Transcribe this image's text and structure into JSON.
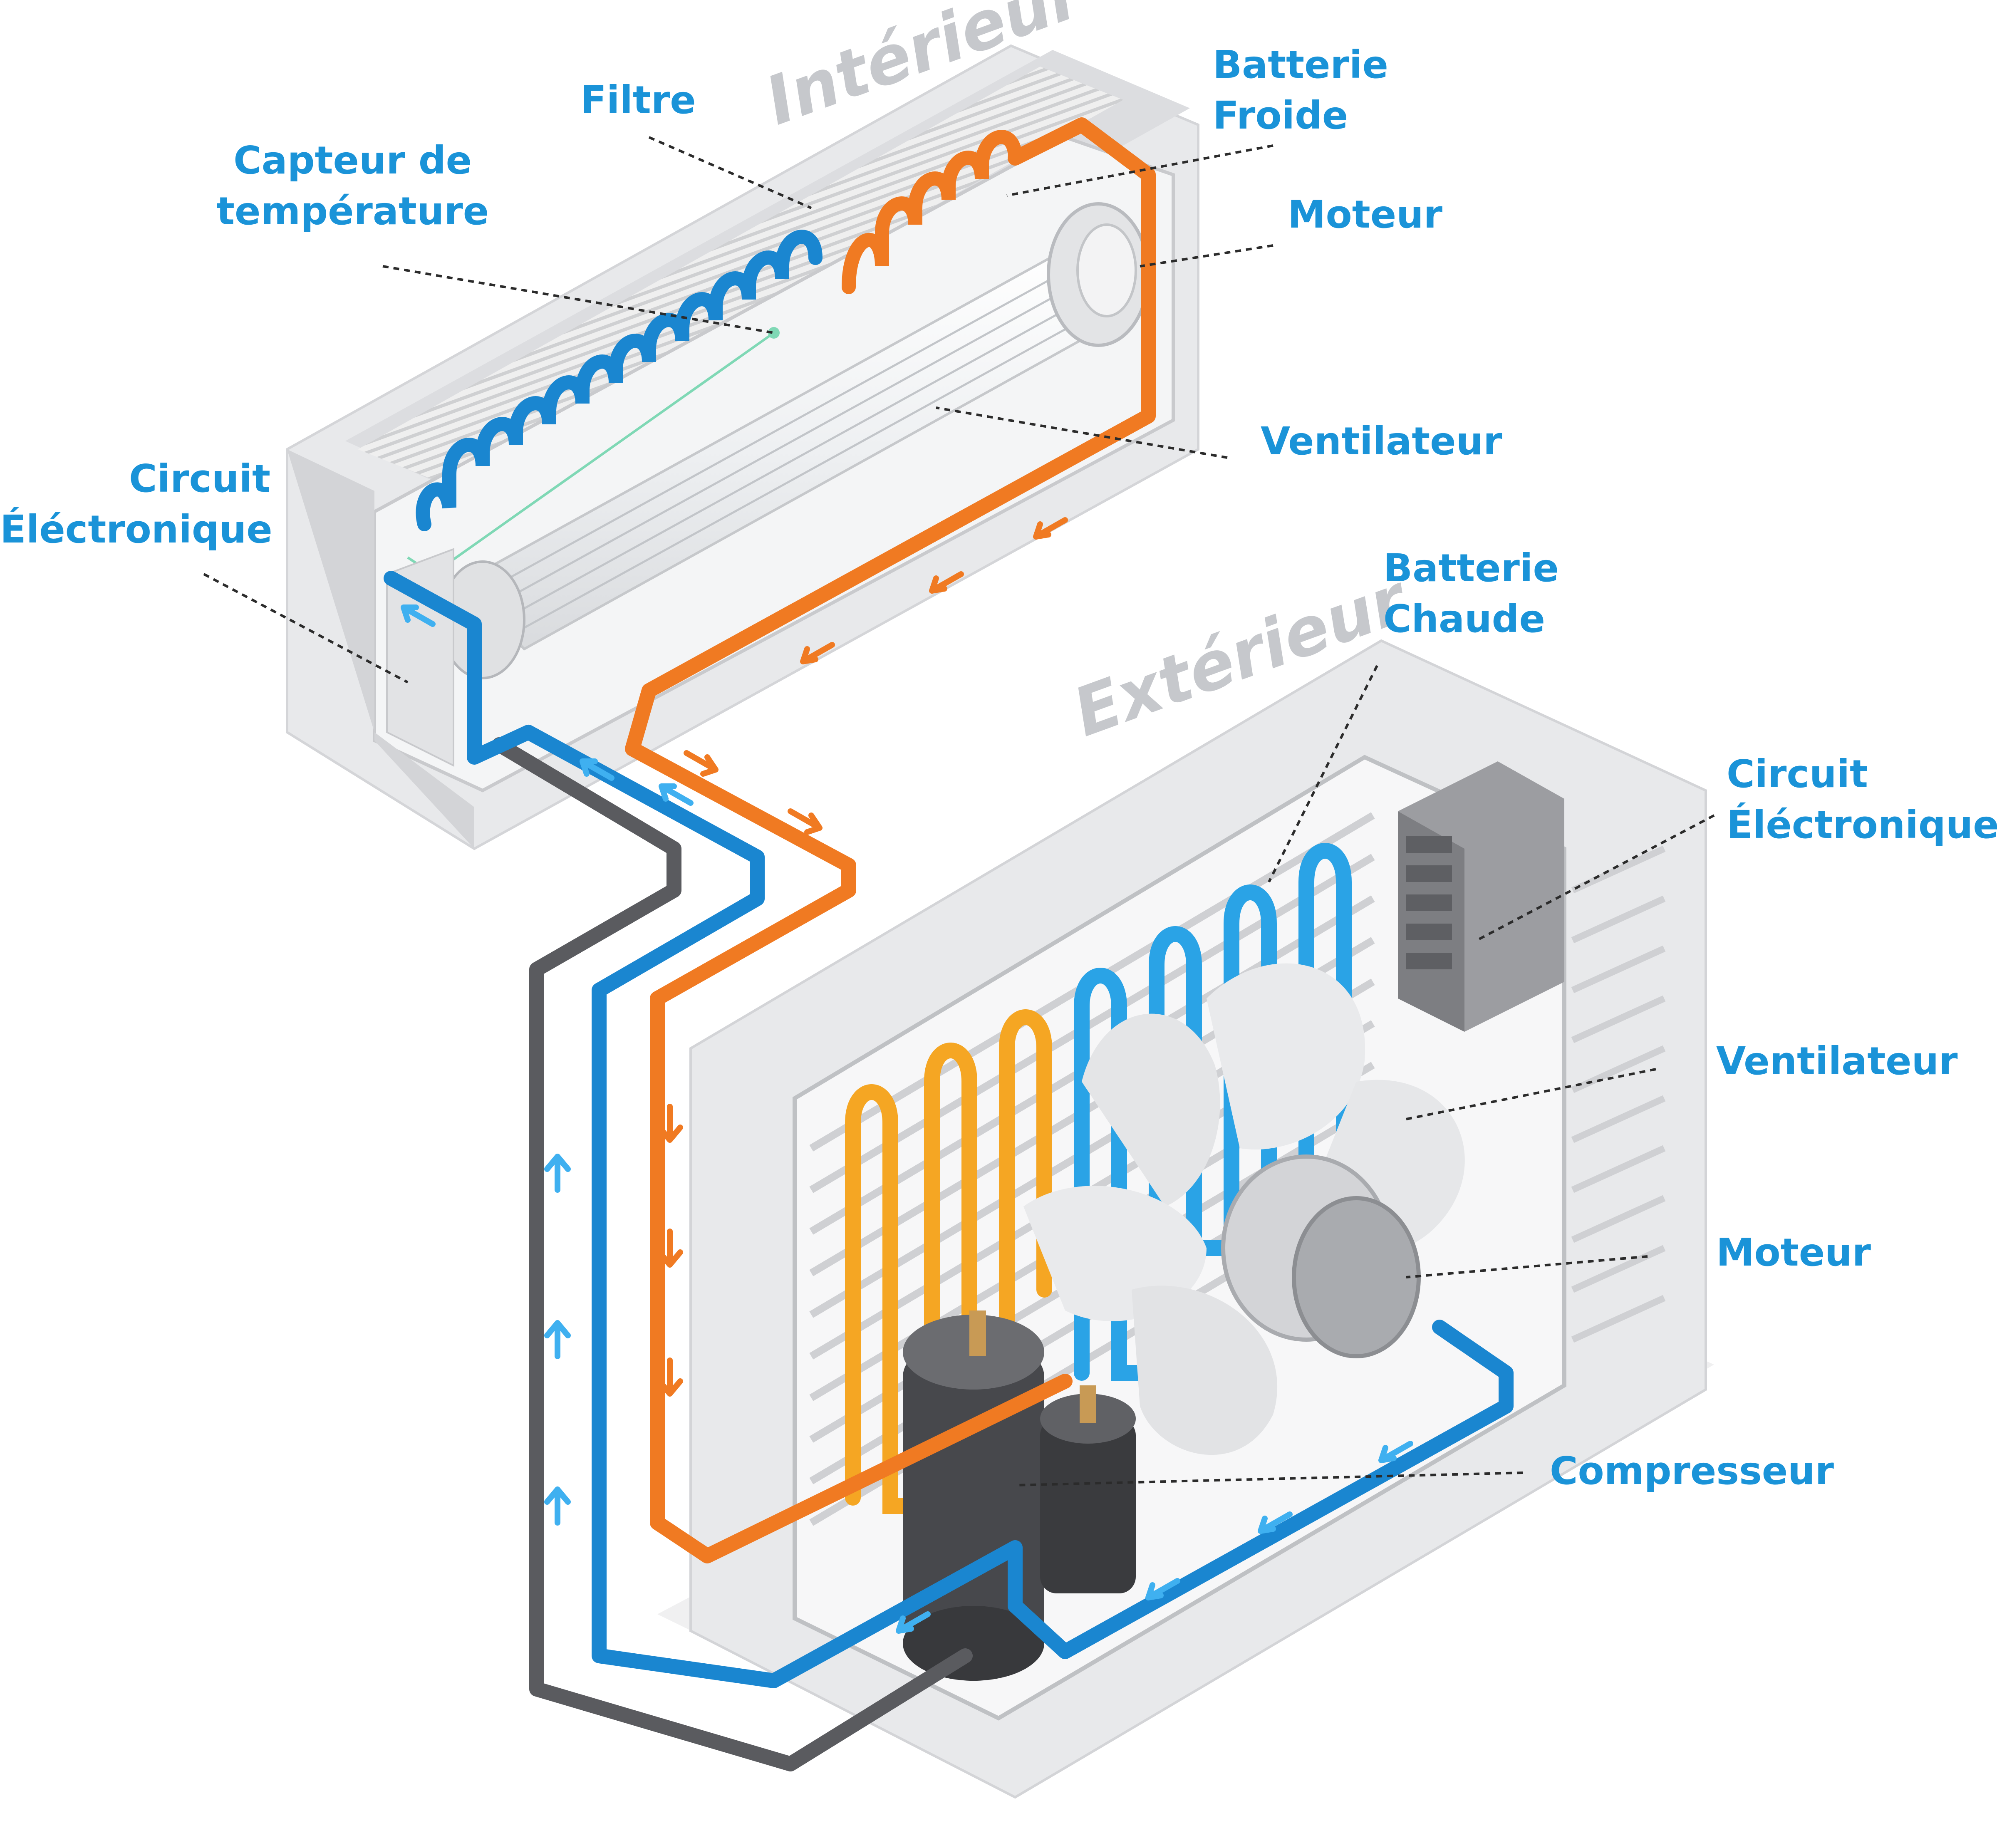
{
  "zones": {
    "indoor": "Intérieur",
    "outdoor": "Extérieur"
  },
  "labels": {
    "filtre": "Filtre",
    "capteur": [
      "Capteur de",
      "température"
    ],
    "circuit_int": [
      "Circuit",
      "Éléctronique"
    ],
    "batterie_froide": [
      "Batterie",
      "Froide"
    ],
    "moteur_int": "Moteur",
    "ventilateur_int": "Ventilateur",
    "batterie_chaude": [
      "Batterie",
      "Chaude"
    ],
    "circuit_ext": [
      "Circuit",
      "Éléctronique"
    ],
    "ventilateur_ext": "Ventilateur",
    "moteur_ext": "Moteur",
    "compresseur": "Compresseur"
  },
  "colors": {
    "label": "#1a93d8",
    "cold_pipe": "#1a86d0",
    "hot_pipe": "#f07a22",
    "dark_pipe": "#5a5b5f",
    "casing": "#e6e7e9",
    "casing_shadow": "#cdced2"
  }
}
